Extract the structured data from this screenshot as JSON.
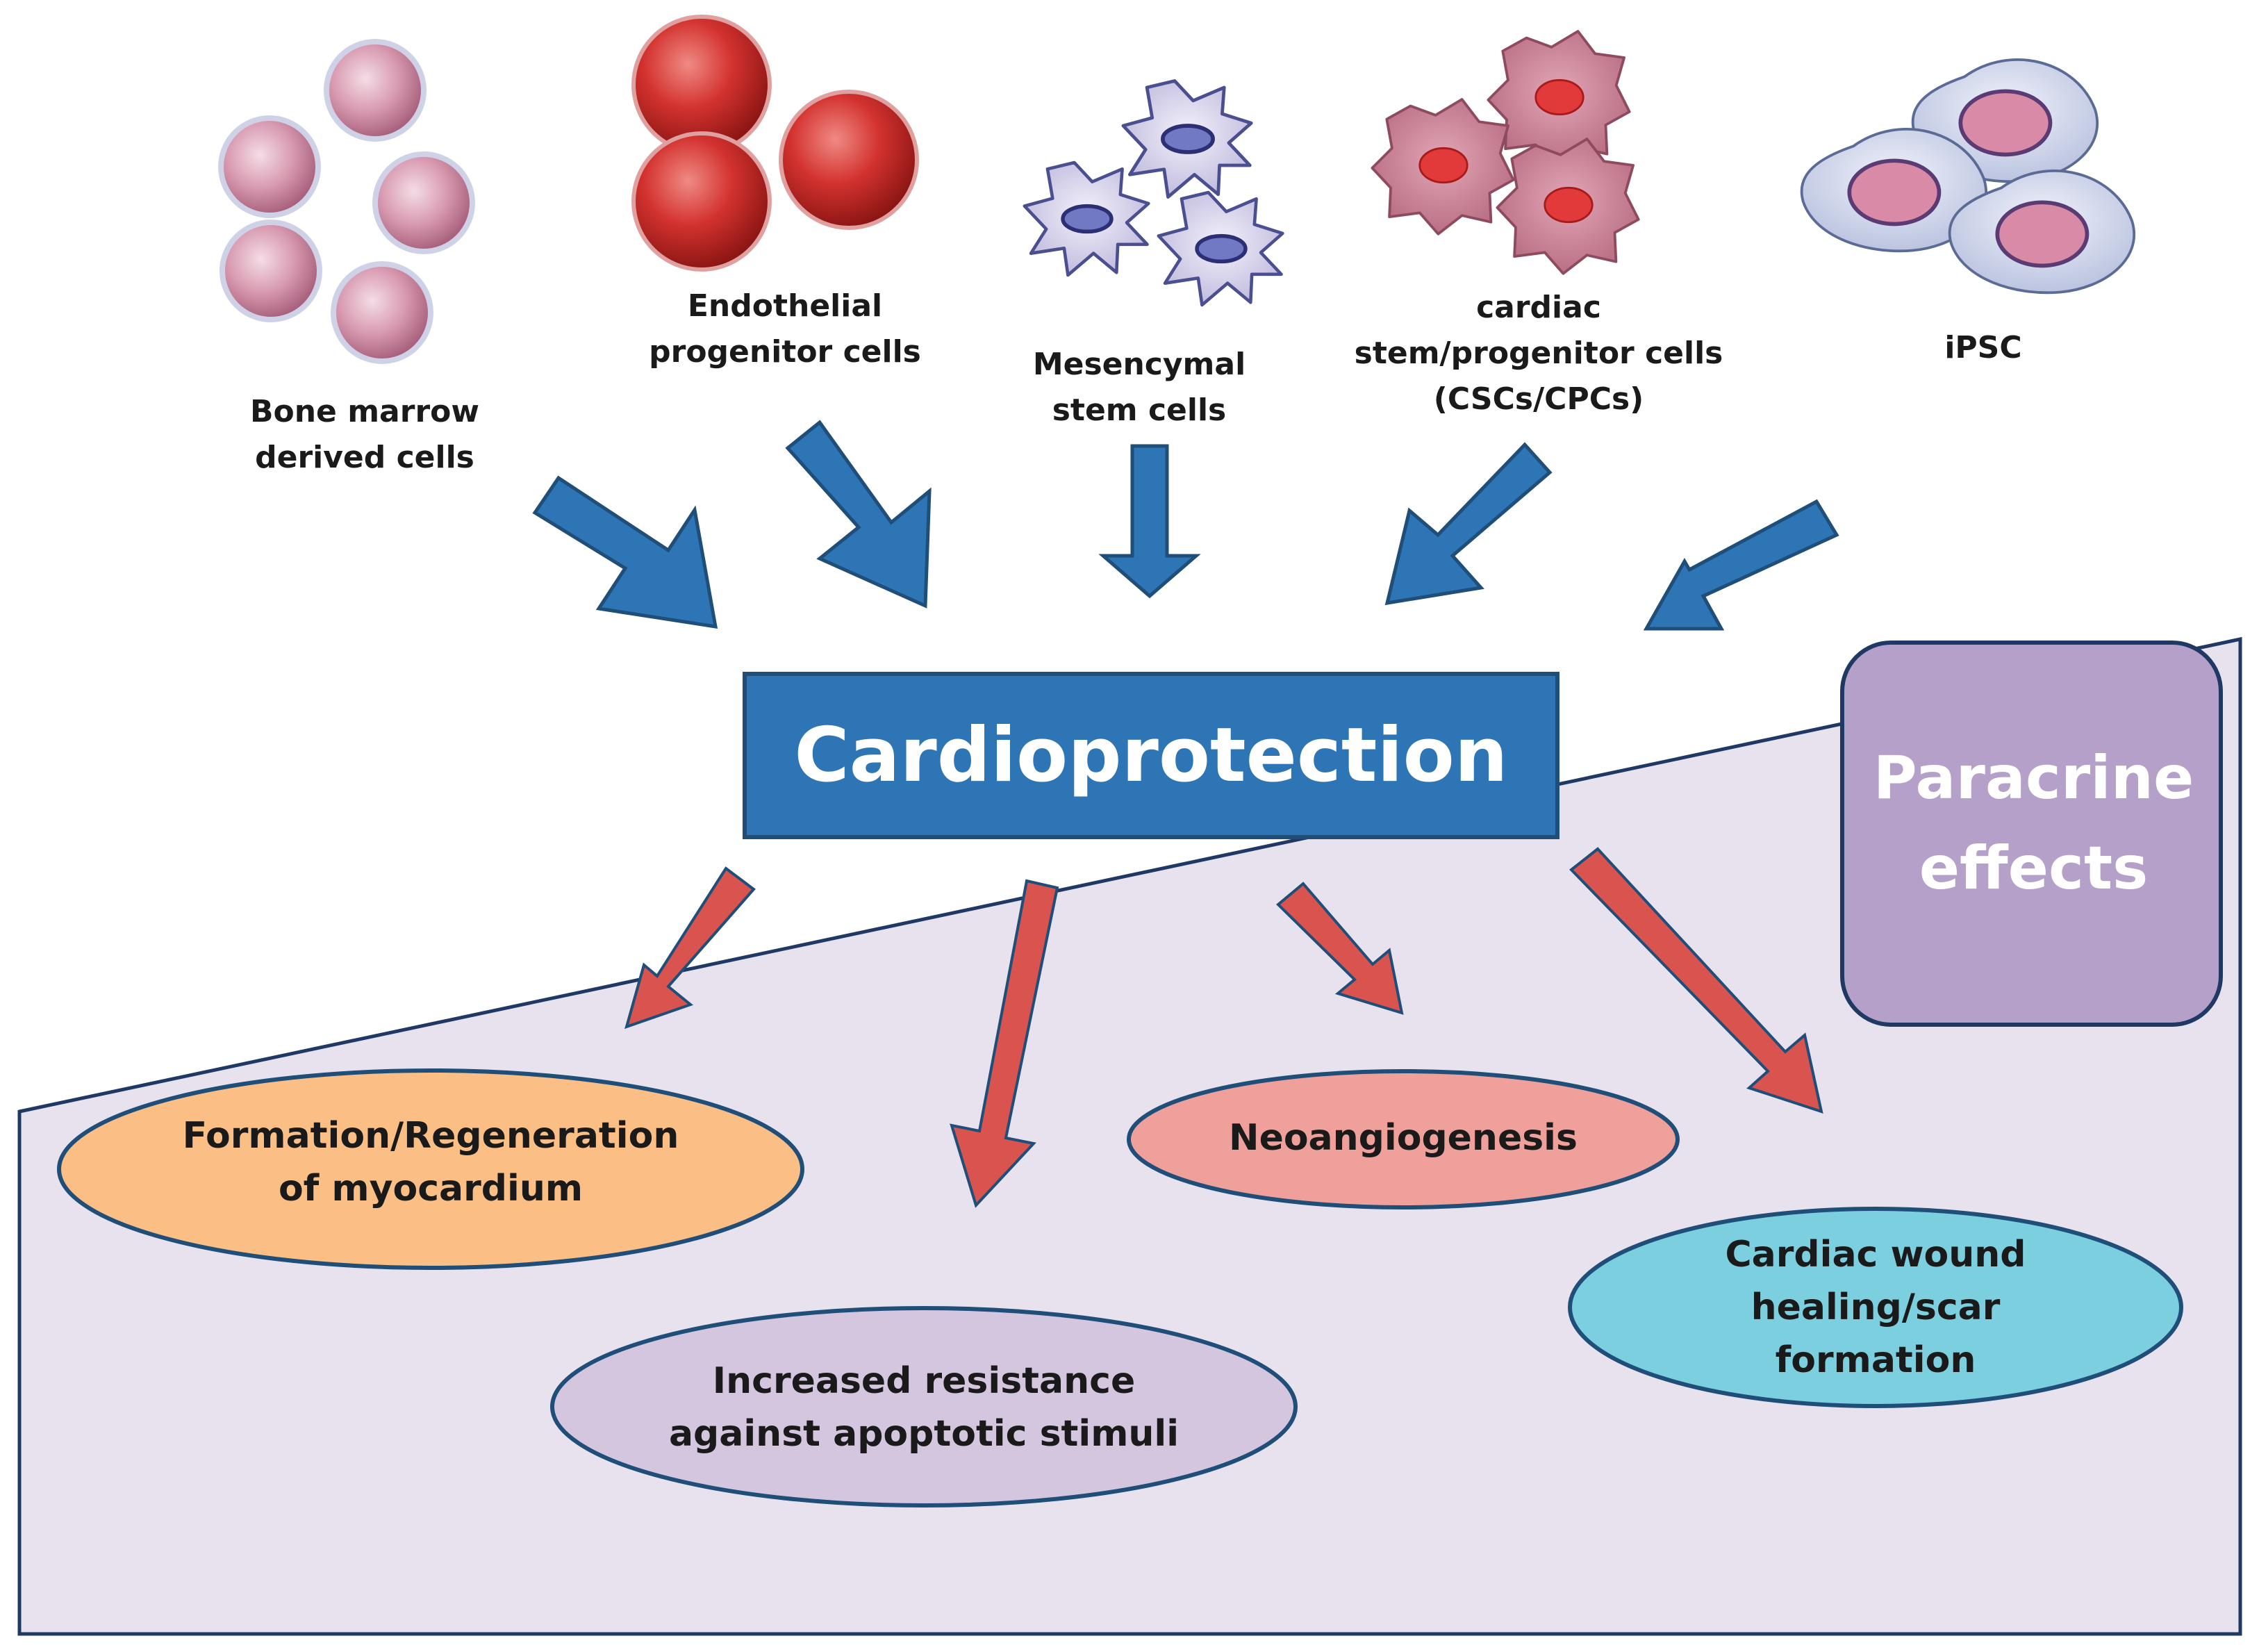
{
  "cell_types": {
    "bone_marrow": "Bone marrow\nderived cells",
    "endothelial": "Endothelial\nprogenitor cells",
    "mesenchymal": "Mesencymal\nstem cells",
    "cardiac": "cardiac\nstem/progenitor cells\n(CSCs/CPCs)",
    "ipsc": "iPSC"
  },
  "center": {
    "label": "Cardioprotection"
  },
  "side_box": {
    "label": "Paracrine\neffects"
  },
  "outcomes": {
    "myocardium": "Formation/Regeneration\nof myocardium",
    "apoptosis": "Increased resistance\nagainst apoptotic stimuli",
    "neoangiogenesis": "Neoangiogenesis",
    "wound": "Cardiac wound\nhealing/scar\nformation"
  },
  "colors": {
    "blue_arrow": "#2e75b6",
    "main_box": "#2e75b6",
    "red_arrow": "#d9534f",
    "panel": "#e8e2ef",
    "paracrine": "#b4a0c8",
    "orange": "#fbbf85",
    "lilac": "#d4c6df",
    "salmon": "#f0a09a",
    "teal": "#7ccfdf"
  }
}
